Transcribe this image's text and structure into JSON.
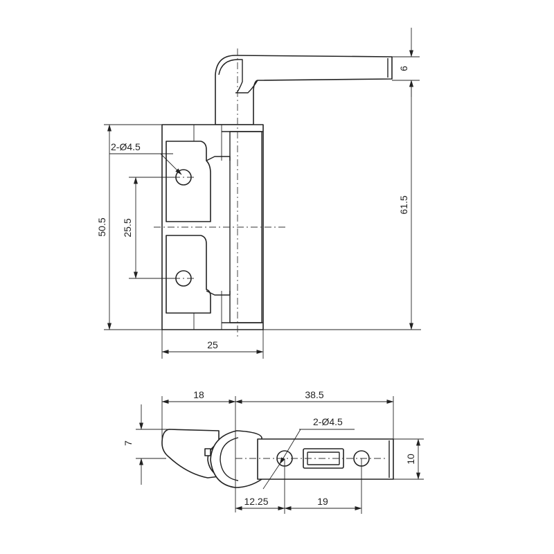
{
  "dimensions": {
    "front_view": {
      "hole_callout": "2-Ø4.5",
      "hole_spacing": "25.5",
      "overall_height": "50.5",
      "body_width": "25",
      "handle_height": "61.5",
      "handle_thickness": "6"
    },
    "top_view": {
      "left_length": "18",
      "right_length": "38.5",
      "hole_callout": "2-Ø4.5",
      "left_height": "7",
      "right_height": "10",
      "hole_offset": "12.25",
      "hole_spacing": "19"
    }
  }
}
